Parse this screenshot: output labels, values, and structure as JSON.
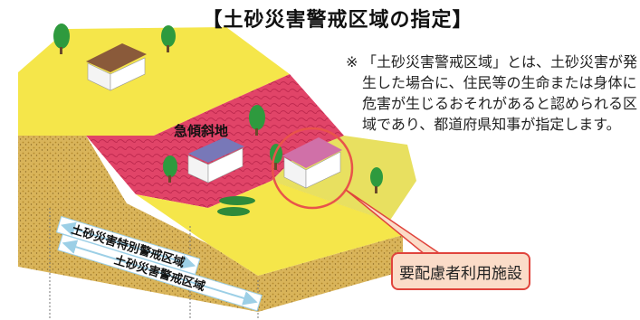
{
  "title": "【土砂災害警戒区域の指定】",
  "note": {
    "mark": "※",
    "text": "「土砂災害警戒区域」とは、土砂災害が発生した場合に、住民等の生命または身体に危害が生じるおそれがあると認められる区域であり、都道府県知事が指定します。"
  },
  "diagram": {
    "steep_slope_label": "急傾斜地",
    "special_zone_label": "土砂災害特別警戒区域",
    "warning_zone_label": "土砂災害警戒区域",
    "facility_label": "要配慮者利用施設"
  },
  "colors": {
    "warning_zone": "#f5e64a",
    "special_zone": "#e8406a",
    "soil": "#d9b45a",
    "highlight_circle": "#e8544a",
    "callout_fill": "#fbdcc8"
  }
}
